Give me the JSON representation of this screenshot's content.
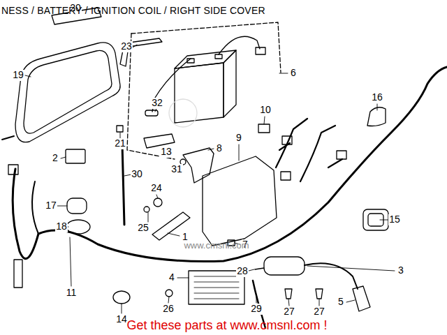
{
  "diagram": {
    "title": "NESS / BATTERY  / IGNITION COIL / RIGHT SIDE COVER",
    "caption": "Get these parts at www.cmsnl.com !",
    "labels": [
      "20",
      "23",
      "19",
      "6",
      "32",
      "10",
      "16",
      "21",
      "13",
      "9",
      "8",
      "2",
      "31",
      "30",
      "24",
      "17",
      "25",
      "18",
      "1",
      "15",
      "7",
      "28",
      "3",
      "11",
      "4",
      "26",
      "14",
      "29",
      "27",
      "27",
      "5",
      "www.cmsnl.com"
    ]
  }
}
